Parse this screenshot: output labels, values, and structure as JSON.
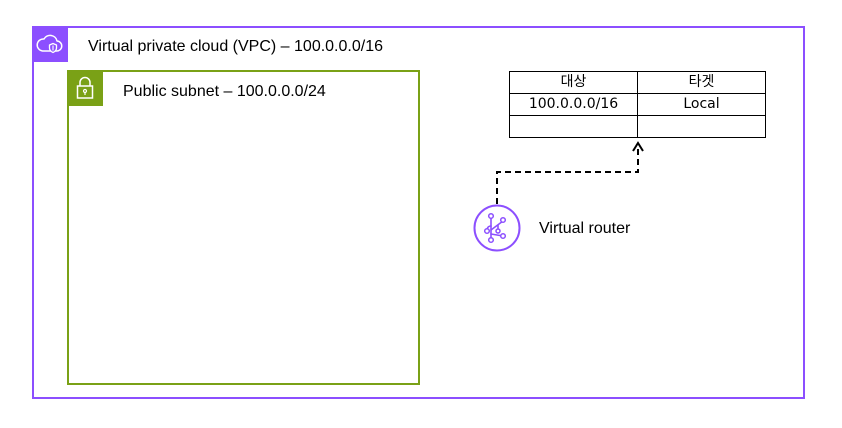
{
  "vpc": {
    "label": "Virtual private cloud (VPC) – 100.0.0.0/16",
    "icon": "vpc-cloud-icon",
    "color": "#8c4fff"
  },
  "subnet": {
    "label": "Public subnet – 100.0.0.0/24",
    "icon": "padlock-icon",
    "color": "#7aa116"
  },
  "route_table": {
    "headers": [
      "대상",
      "타겟"
    ],
    "rows": [
      [
        "100.0.0.0/16",
        "Local"
      ],
      [
        "",
        ""
      ]
    ]
  },
  "router": {
    "label": "Virtual router",
    "icon": "router-icon",
    "color": "#8c4fff"
  },
  "connector": {
    "style": "dashed",
    "from": "router",
    "to": "route_table"
  }
}
